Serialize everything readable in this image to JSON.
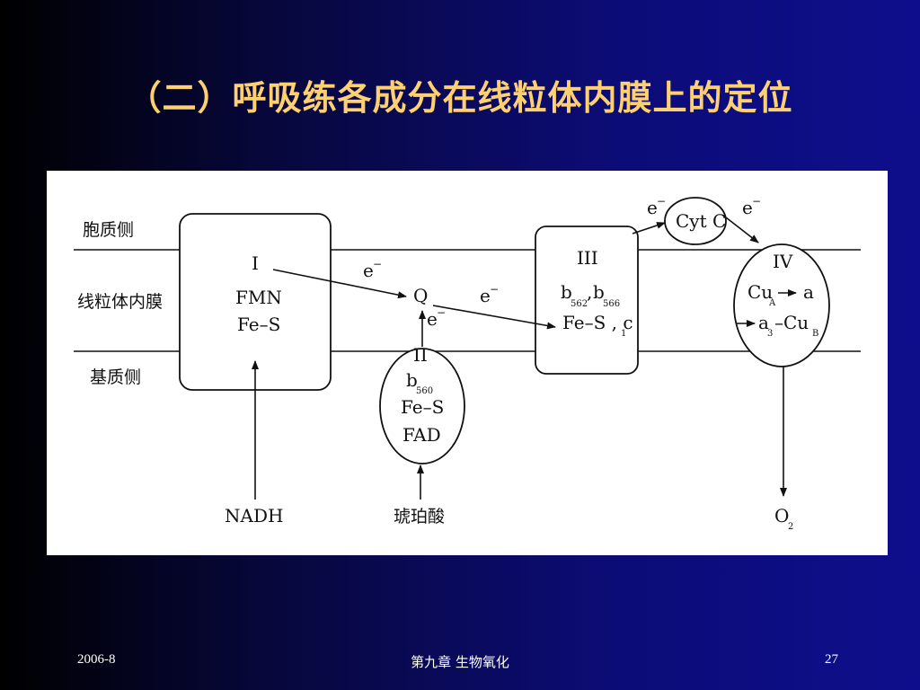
{
  "slide": {
    "title": "（二）呼吸练各成分在线粒体内膜上的定位"
  },
  "diagram": {
    "side_labels": {
      "cytoplasm_side": "胞质侧",
      "membrane": "线粒体内膜",
      "matrix_side": "基质侧"
    },
    "complex_1": {
      "numeral": "I",
      "line1": "FMN",
      "line2": "Fe–S"
    },
    "complex_2": {
      "numeral": "II",
      "b": "b",
      "b_sub": "560",
      "line2": "Fe–S",
      "line3": "FAD"
    },
    "complex_3": {
      "numeral": "III",
      "b1": "b",
      "b1_sub": "562",
      "sep": ",",
      "b2": "b",
      "b2_sub": "566",
      "line2": "Fe–S , c",
      "line2_sub": "1"
    },
    "complex_4": {
      "numeral": "IV",
      "cu": "Cu",
      "cu_sub": "A",
      "a": "a",
      "a3": "a",
      "a3_sub": "3",
      "cub": "–Cu",
      "cub_sub": "B"
    },
    "cytc": "Cyt C",
    "q": "Q",
    "electron": {
      "base": "e",
      "sup": "−"
    },
    "substrates": {
      "nadh": "NADH",
      "succinate": "琥珀酸",
      "o2": "O",
      "o2_sub": "2"
    }
  },
  "footer": {
    "date": "2006-8",
    "chapter": "第九章  生物氧化",
    "page": "27"
  },
  "colors": {
    "title": "#ffd070",
    "background_dark": "#000000",
    "background_blue": "#0e0e8c",
    "panel": "#ffffff"
  }
}
